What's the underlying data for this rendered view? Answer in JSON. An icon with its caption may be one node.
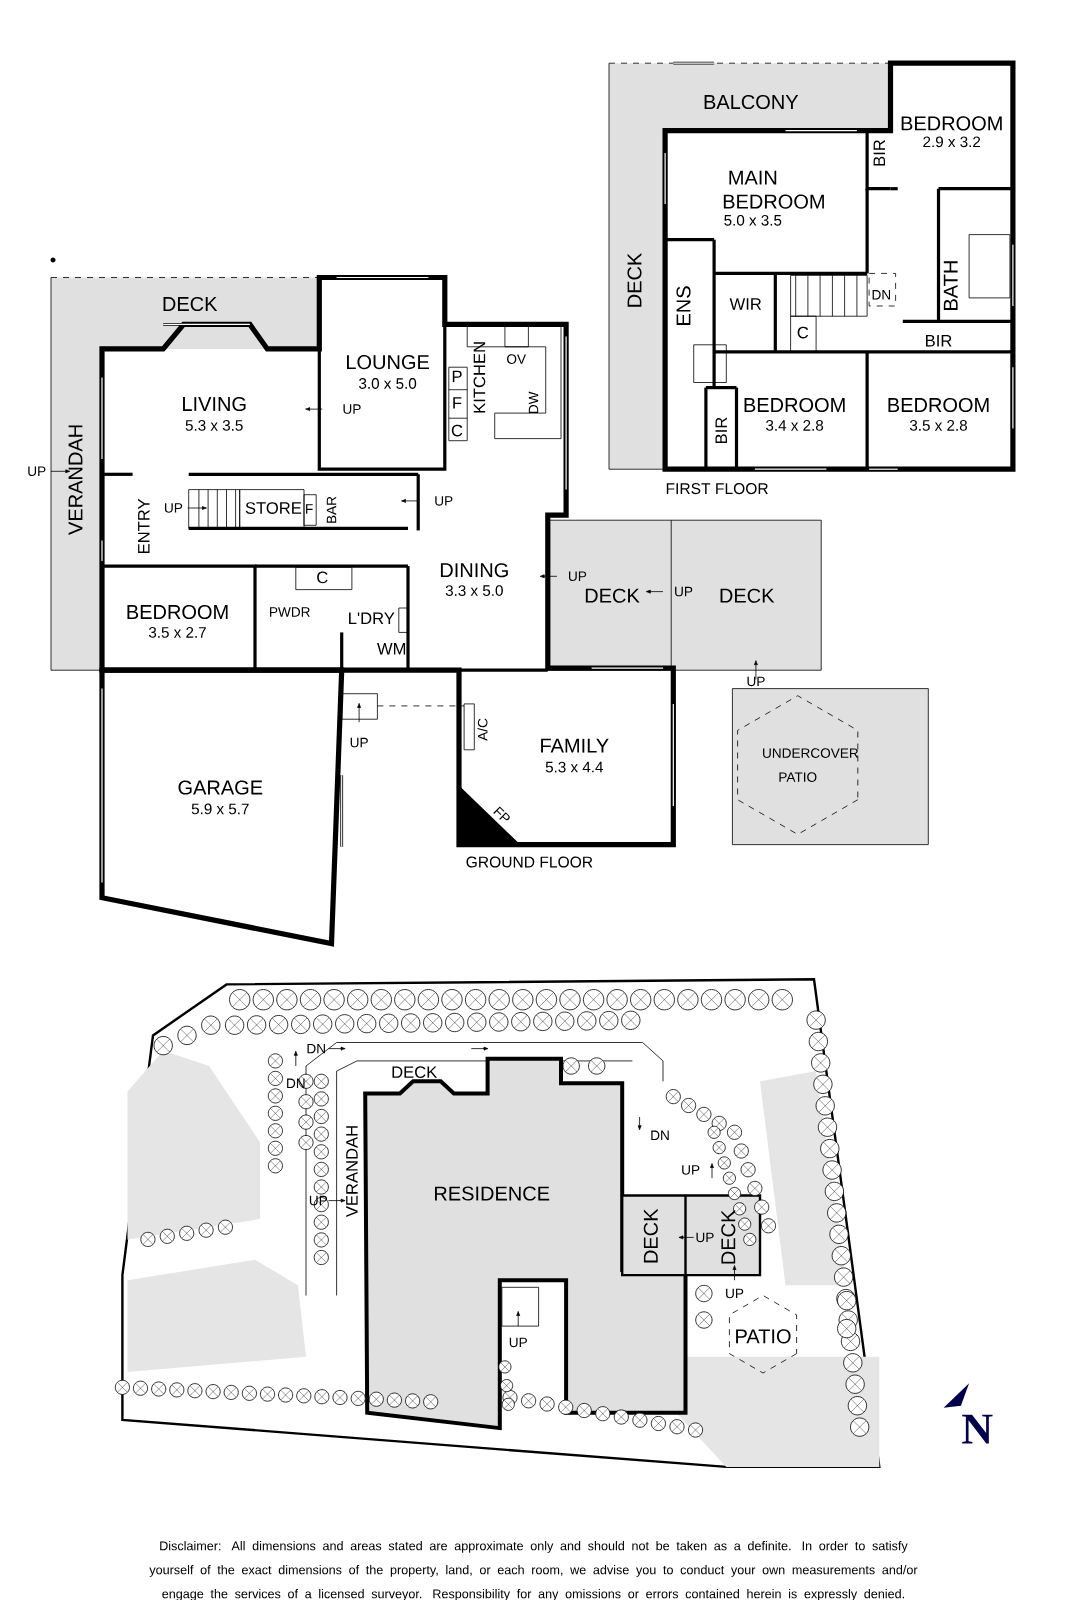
{
  "diagram": {
    "labels": [
      "BALCONY",
      "BEDROOM",
      "2.9 x 3.2",
      "MAIN BEDROOM",
      "5.0 x 3.5",
      "BIR",
      "DECK",
      "ENS",
      "WIR",
      "BATH",
      "DN",
      "C",
      "BIR",
      "BEDROOM",
      "3.4 x 2.8",
      "BEDROOM",
      "3.5 x 2.8",
      "BIR",
      "FIRST FLOOR",
      "DECK",
      "LIVING",
      "5.3 x 3.5",
      "UP",
      "LOUNGE",
      "3.0 x 5.0",
      "P",
      "F",
      "C",
      "KITCHEN",
      "OV",
      "DW",
      "VERANDAH",
      "UP",
      "ENTRY",
      "UP",
      "STORE",
      "F",
      "BAR",
      "UP",
      "DINING",
      "3.3 x 5.0",
      "UP",
      "DECK",
      "UP",
      "DECK",
      "C",
      "BEDROOM",
      "3.5 x 2.7",
      "PWDR",
      "L'DRY",
      "WM",
      "UP",
      "A/C",
      "UP",
      "FAMILY",
      "5.3 x 4.4",
      "UNDERCOVER PATIO",
      "GARAGE",
      "5.9 x 5.7",
      "FP",
      "GROUND FLOOR",
      "DN",
      "DN",
      "DECK",
      "VERANDAH",
      "UP",
      "RESIDENCE",
      "DN",
      "UP",
      "DECK",
      "UP",
      "DECK",
      "UP",
      "UP",
      "PATIO",
      "N",
      "Disclaimer: All dimensions and areas stated are approximate only and should not be taken as a definite. In order to satisfy yourself of the exact dimensions of the property, land, or each room, we advise you to conduct your own measurements and/or engage the services of a licensed surveyor. Responsibility for any omissions or errors contained herein is expressly denied."
    ]
  }
}
